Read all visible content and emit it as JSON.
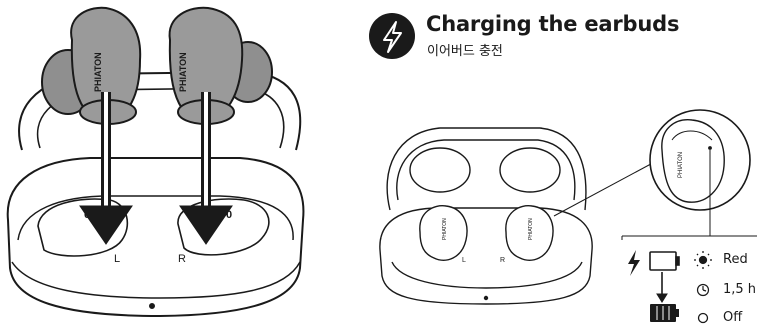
{
  "header": {
    "title": "Charging the earbuds",
    "subtitle": "이어버드 충전",
    "icon": "lightning-bolt-icon"
  },
  "illustration_left": {
    "brand": "PHIATON",
    "slot_left": "L",
    "slot_right": "R"
  },
  "illustration_right": {
    "brand": "PHIATON",
    "slot_left": "L",
    "slot_right": "R"
  },
  "legend": {
    "rows": [
      {
        "icon": "led-on-icon",
        "text": "Red"
      },
      {
        "icon": "clock-icon",
        "text": "1,5 h"
      },
      {
        "icon": "led-off-icon",
        "text": "Off"
      }
    ]
  },
  "colors": {
    "earbud_fill": "#9a9a9a",
    "line": "#1a1a1a",
    "badge": "#1a1a1a"
  }
}
